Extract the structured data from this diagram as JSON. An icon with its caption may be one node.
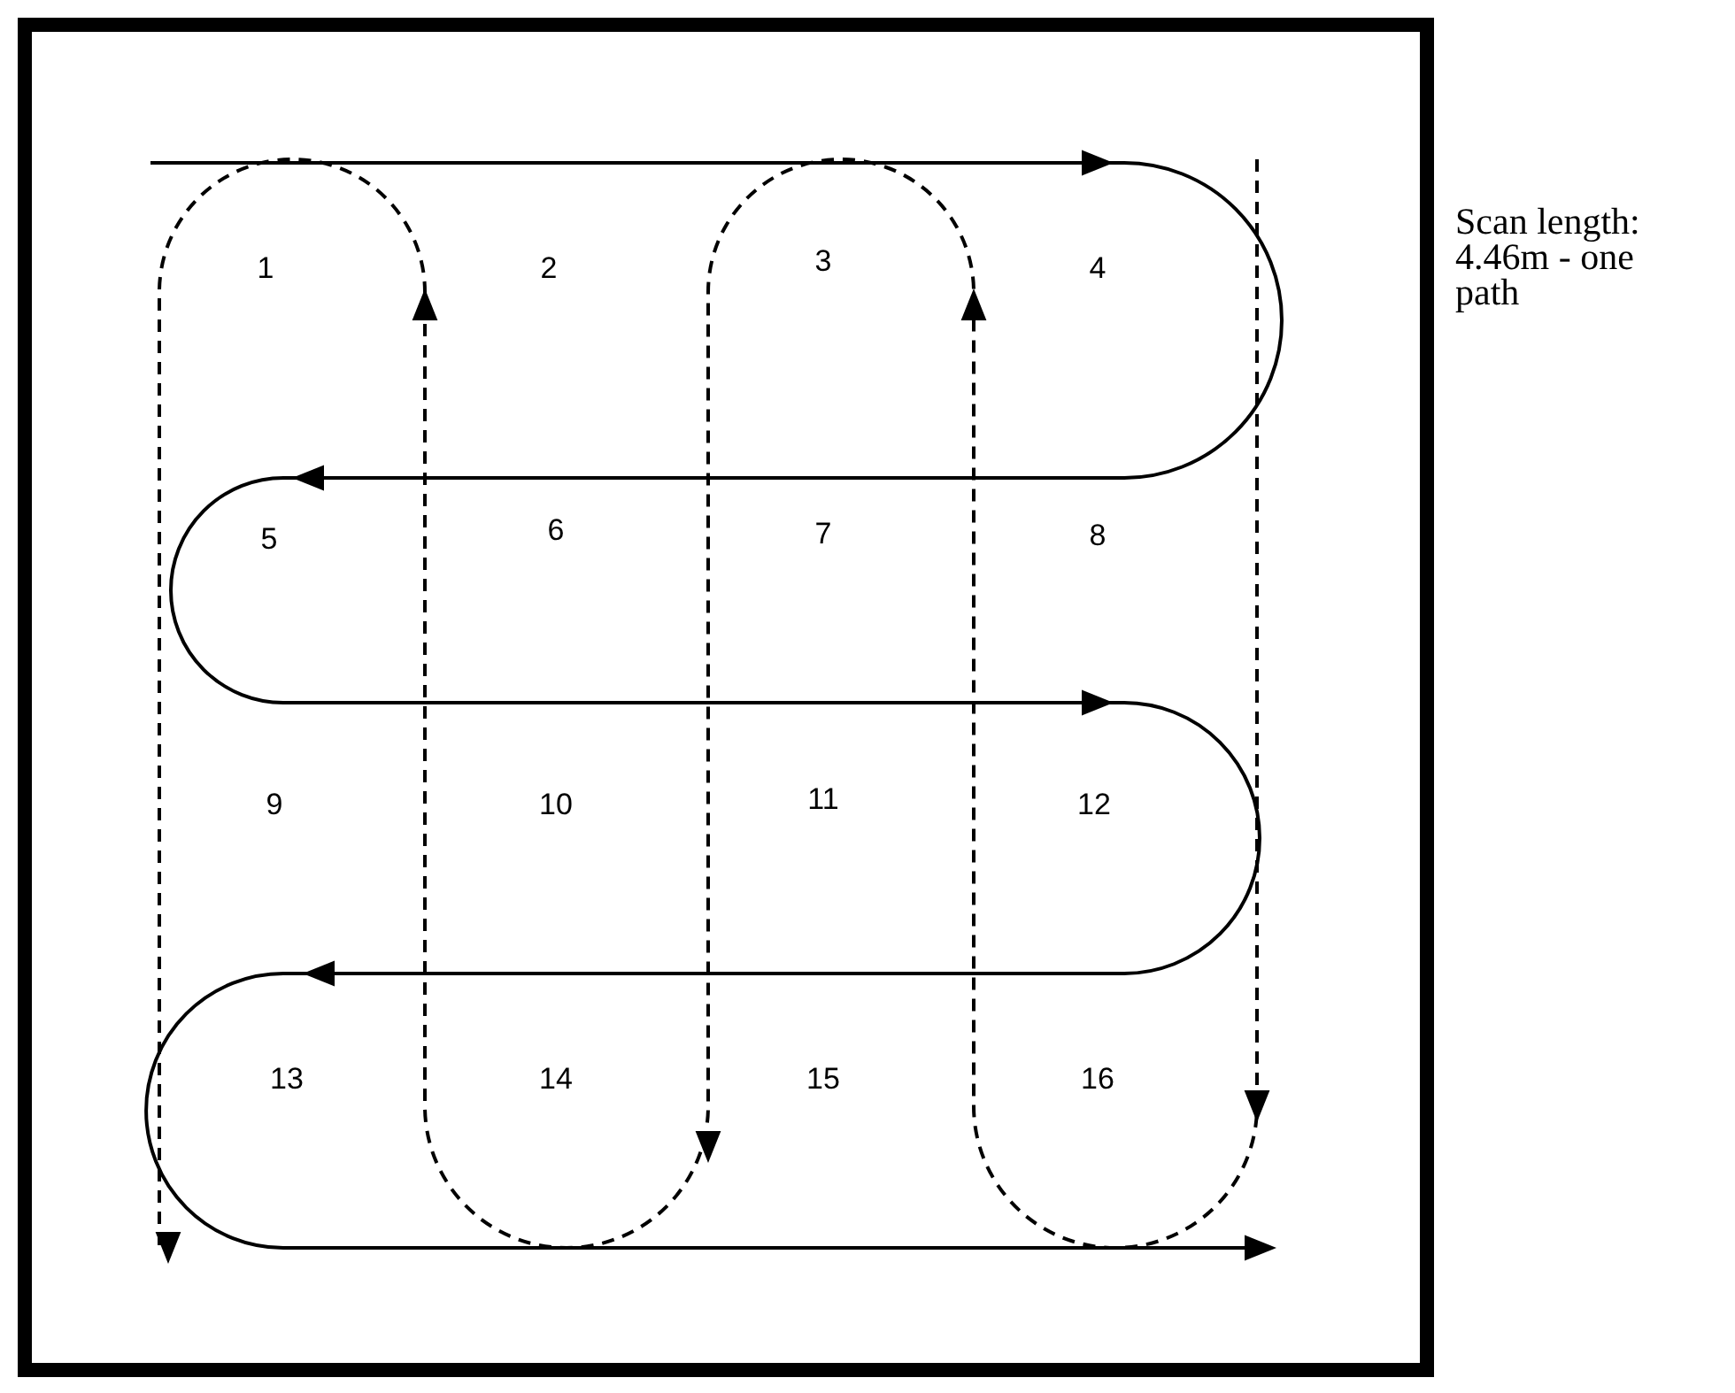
{
  "diagram": {
    "labels": [
      "1",
      "2",
      "3",
      "4",
      "5",
      "6",
      "7",
      "8",
      "9",
      "10",
      "11",
      "12",
      "13",
      "14",
      "15",
      "16",
      "Scan length: 4.46m - one path"
    ]
  }
}
